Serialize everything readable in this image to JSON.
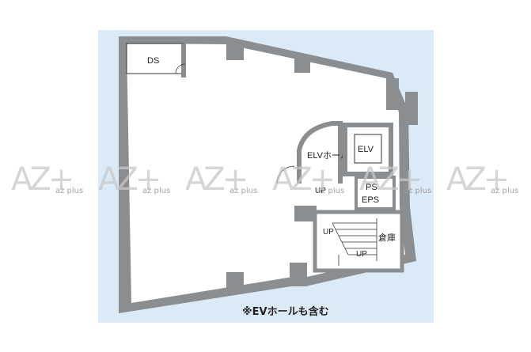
{
  "colors": {
    "background_panel": "#daeaf6",
    "wall": "#8a8e91",
    "floor": "#ffffff",
    "line": "#333333",
    "watermark": "#c8c8c8"
  },
  "rooms": {
    "ds": "DS",
    "elv_hall": "ELVホール",
    "elv": "ELV",
    "ps": "PS",
    "eps": "EPS",
    "storage": "倉庫"
  },
  "stairs": {
    "up_top": "UP",
    "up_mid": "UP",
    "up_bottom": "UP"
  },
  "note": "※EVホールも含む",
  "watermark": {
    "logo": "AZ+",
    "sub": "az plus",
    "count": 6
  }
}
